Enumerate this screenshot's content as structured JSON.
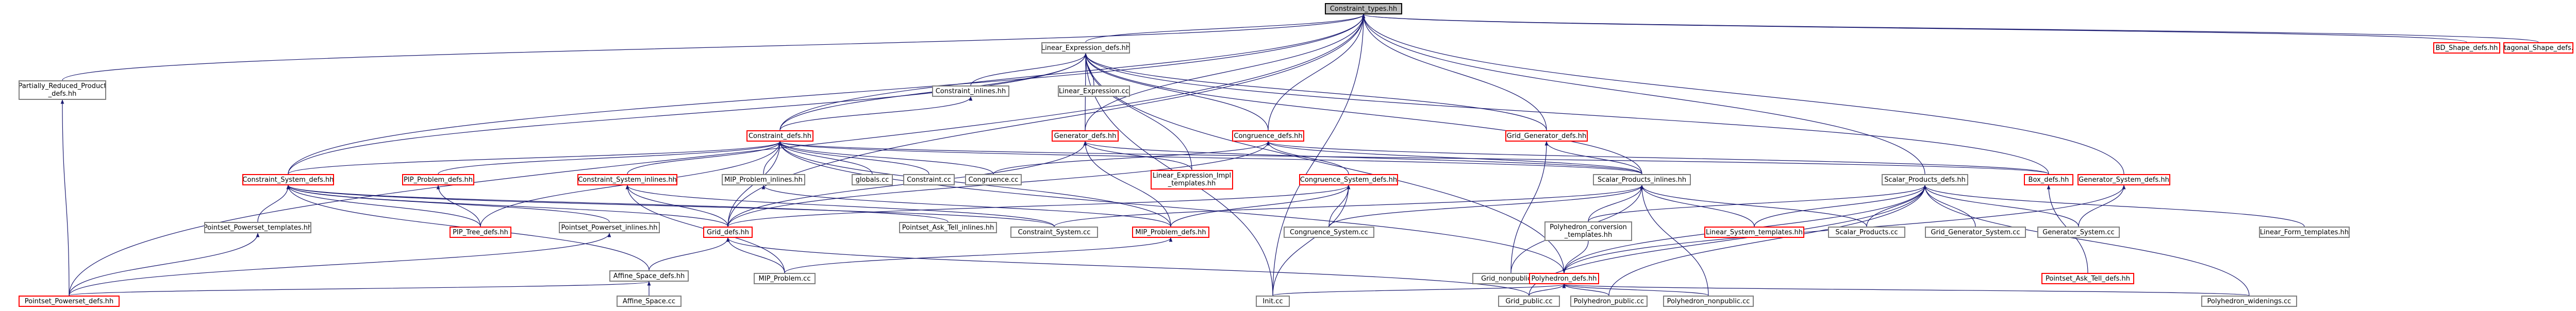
{
  "graph": {
    "edge_color": "#191970",
    "node_border_color": "#7f7f7f",
    "undocumented_border_color": "#ff0000",
    "root_fill_color": "#bfbfbf",
    "nodes": {
      "constraint_types": "Constraint_types.hh",
      "linear_expression_defs": "Linear_Expression_defs.hh",
      "bd_shape_defs": "BD_Shape_defs.hh",
      "octagonal_shape_defs": "Octagonal_Shape_defs.hh",
      "partially_reduced": "Partially_Reduced_Product\n_defs.hh",
      "constraint_inlines": "Constraint_inlines.hh",
      "linear_expression_cc": "Linear_Expression.cc",
      "constraint_defs": "Constraint_defs.hh",
      "generator_defs": "Generator_defs.hh",
      "congruence_defs": "Congruence_defs.hh",
      "grid_generator_defs": "Grid_Generator_defs.hh",
      "constraint_system_defs": "Constraint_System_defs.hh",
      "pip_problem_defs": "PIP_Problem_defs.hh",
      "constraint_system_inlines": "Constraint_System_inlines.hh",
      "mip_problem_inlines": "MIP_Problem_inlines.hh",
      "globals_cc": "globals.cc",
      "constraint_cc": "Constraint.cc",
      "congruence_cc": "Congruence.cc",
      "linear_expression_impl": "Linear_Expression_Impl\n_templates.hh",
      "congruence_system_defs": "Congruence_System_defs.hh",
      "scalar_products_inlines": "Scalar_Products_inlines.hh",
      "scalar_products_defs": "Scalar_Products_defs.hh",
      "box_defs": "Box_defs.hh",
      "generator_system_defs": "Generator_System_defs.hh",
      "pointset_powerset_templates": "Pointset_Powerset_templates.hh",
      "pip_tree_defs": "PIP_Tree_defs.hh",
      "pointset_powerset_inlines": "Pointset_Powerset_inlines.hh",
      "grid_defs": "Grid_defs.hh",
      "pointset_ask_tell_inlines": "Pointset_Ask_Tell_inlines.hh",
      "constraint_system_cc": "Constraint_System.cc",
      "mip_problem_defs": "MIP_Problem_defs.hh",
      "congruence_system_cc": "Congruence_System.cc",
      "polyhedron_conversion": "Polyhedron_conversion\n_templates.hh",
      "linear_system_templates": "Linear_System_templates.hh",
      "scalar_products_cc": "Scalar_Products.cc",
      "grid_generator_system_cc": "Grid_Generator_System.cc",
      "generator_system_cc": "Generator_System.cc",
      "linear_form_templates": "Linear_Form_templates.hh",
      "affine_space_defs": "Affine_Space_defs.hh",
      "mip_problem_cc": "MIP_Problem.cc",
      "grid_nonpublic_cc": "Grid_nonpublic.cc",
      "polyhedron_defs": "Polyhedron_defs.hh",
      "pointset_ask_tell_defs": "Pointset_Ask_Tell_defs.hh",
      "pointset_powerset_defs": "Pointset_Powerset_defs.hh",
      "affine_space_cc": "Affine_Space.cc",
      "init_cc": "Init.cc",
      "grid_public_cc": "Grid_public.cc",
      "polyhedron_public_cc": "Polyhedron_public.cc",
      "polyhedron_nonpublic_cc": "Polyhedron_nonpublic.cc",
      "polyhedron_widenings_cc": "Polyhedron_widenings.cc"
    },
    "edges": [
      [
        "linear_expression_defs",
        "constraint_types"
      ],
      [
        "bd_shape_defs",
        "constraint_types"
      ],
      [
        "octagonal_shape_defs",
        "constraint_types"
      ],
      [
        "partially_reduced",
        "constraint_types"
      ],
      [
        "constraint_defs",
        "constraint_types"
      ],
      [
        "generator_defs",
        "constraint_types"
      ],
      [
        "congruence_defs",
        "constraint_types"
      ],
      [
        "grid_generator_defs",
        "constraint_types"
      ],
      [
        "constraint_system_defs",
        "constraint_types"
      ],
      [
        "scalar_products_defs",
        "constraint_types"
      ],
      [
        "generator_system_defs",
        "constraint_types"
      ],
      [
        "pointset_powerset_defs",
        "constraint_types"
      ],
      [
        "init_cc",
        "constraint_types"
      ],
      [
        "grid_defs",
        "constraint_types"
      ],
      [
        "constraint_inlines",
        "linear_expression_defs"
      ],
      [
        "linear_expression_cc",
        "linear_expression_defs"
      ],
      [
        "constraint_defs",
        "linear_expression_defs"
      ],
      [
        "generator_defs",
        "linear_expression_defs"
      ],
      [
        "congruence_defs",
        "linear_expression_defs"
      ],
      [
        "grid_generator_defs",
        "linear_expression_defs"
      ],
      [
        "linear_expression_impl",
        "linear_expression_defs"
      ],
      [
        "scalar_products_inlines",
        "linear_expression_defs"
      ],
      [
        "box_defs",
        "linear_expression_defs"
      ],
      [
        "constraint_system_defs",
        "linear_expression_defs"
      ],
      [
        "polyhedron_defs",
        "linear_expression_defs"
      ],
      [
        "pointset_powerset_defs",
        "partially_reduced"
      ],
      [
        "constraint_defs",
        "constraint_inlines"
      ],
      [
        "constraint_system_defs",
        "constraint_defs"
      ],
      [
        "pip_problem_defs",
        "constraint_defs"
      ],
      [
        "constraint_system_inlines",
        "constraint_defs"
      ],
      [
        "mip_problem_inlines",
        "constraint_defs"
      ],
      [
        "globals_cc",
        "constraint_defs"
      ],
      [
        "constraint_cc",
        "constraint_defs"
      ],
      [
        "congruence_cc",
        "constraint_defs"
      ],
      [
        "scalar_products_inlines",
        "constraint_defs"
      ],
      [
        "box_defs",
        "constraint_defs"
      ],
      [
        "pip_tree_defs",
        "constraint_defs"
      ],
      [
        "grid_defs",
        "constraint_defs"
      ],
      [
        "mip_problem_defs",
        "constraint_defs"
      ],
      [
        "polyhedron_defs",
        "constraint_defs"
      ],
      [
        "linear_expression_impl",
        "generator_defs"
      ],
      [
        "scalar_products_inlines",
        "generator_defs"
      ],
      [
        "mip_problem_defs",
        "generator_defs"
      ],
      [
        "grid_defs",
        "generator_defs"
      ],
      [
        "congruence_system_defs",
        "congruence_defs"
      ],
      [
        "congruence_cc",
        "congruence_defs"
      ],
      [
        "scalar_products_inlines",
        "congruence_defs"
      ],
      [
        "box_defs",
        "congruence_defs"
      ],
      [
        "grid_defs",
        "congruence_defs"
      ],
      [
        "scalar_products_inlines",
        "grid_generator_defs"
      ],
      [
        "grid_nonpublic_cc",
        "grid_generator_defs"
      ],
      [
        "pointset_powerset_templates",
        "constraint_system_defs"
      ],
      [
        "pip_tree_defs",
        "constraint_system_defs"
      ],
      [
        "pointset_powerset_inlines",
        "constraint_system_defs"
      ],
      [
        "grid_defs",
        "constraint_system_defs"
      ],
      [
        "pointset_ask_tell_inlines",
        "constraint_system_defs"
      ],
      [
        "constraint_system_cc",
        "constraint_system_defs"
      ],
      [
        "affine_space_defs",
        "constraint_system_defs"
      ],
      [
        "pip_tree_defs",
        "pip_problem_defs"
      ],
      [
        "constraint_system_cc",
        "constraint_system_inlines"
      ],
      [
        "mip_problem_cc",
        "constraint_system_inlines"
      ],
      [
        "grid_defs",
        "constraint_system_inlines"
      ],
      [
        "mip_problem_defs",
        "mip_problem_inlines"
      ],
      [
        "mip_problem_defs",
        "congruence_system_defs"
      ],
      [
        "congruence_system_cc",
        "congruence_system_defs"
      ],
      [
        "grid_defs",
        "congruence_system_defs"
      ],
      [
        "init_cc",
        "congruence_system_defs"
      ],
      [
        "polyhedron_conversion",
        "scalar_products_inlines"
      ],
      [
        "linear_system_templates",
        "scalar_products_inlines"
      ],
      [
        "scalar_products_cc",
        "scalar_products_inlines"
      ],
      [
        "congruence_system_cc",
        "scalar_products_inlines"
      ],
      [
        "constraint_system_cc",
        "scalar_products_inlines"
      ],
      [
        "grid_nonpublic_cc",
        "scalar_products_inlines"
      ],
      [
        "linear_system_templates",
        "scalar_products_defs"
      ],
      [
        "scalar_products_cc",
        "scalar_products_defs"
      ],
      [
        "grid_generator_system_cc",
        "scalar_products_defs"
      ],
      [
        "generator_system_cc",
        "scalar_products_defs"
      ],
      [
        "linear_form_templates",
        "scalar_products_defs"
      ],
      [
        "polyhedron_conversion",
        "scalar_products_defs"
      ],
      [
        "polyhedron_defs",
        "scalar_products_defs"
      ],
      [
        "pointset_ask_tell_defs",
        "box_defs"
      ],
      [
        "polyhedron_defs",
        "generator_system_defs"
      ],
      [
        "generator_system_cc",
        "generator_system_defs"
      ],
      [
        "pointset_powerset_defs",
        "pointset_powerset_templates"
      ],
      [
        "pointset_powerset_defs",
        "pointset_powerset_inlines"
      ],
      [
        "affine_space_defs",
        "grid_defs"
      ],
      [
        "mip_problem_cc",
        "grid_defs"
      ],
      [
        "grid_public_cc",
        "grid_defs"
      ],
      [
        "mip_problem_cc",
        "mip_problem_defs"
      ],
      [
        "affine_space_cc",
        "affine_space_defs"
      ],
      [
        "pointset_powerset_defs",
        "affine_space_defs"
      ],
      [
        "polyhedron_public_cc",
        "polyhedron_defs"
      ],
      [
        "polyhedron_nonpublic_cc",
        "polyhedron_defs"
      ],
      [
        "polyhedron_widenings_cc",
        "polyhedron_defs"
      ],
      [
        "grid_public_cc",
        "polyhedron_defs"
      ],
      [
        "init_cc",
        "polyhedron_defs"
      ],
      [
        "polyhedron_conversion",
        "polyhedron_defs"
      ],
      [
        "polyhedron_widenings_cc",
        "scalar_products_defs"
      ],
      [
        "polyhedron_public_cc",
        "scalar_products_defs"
      ],
      [
        "polyhedron_nonpublic_cc",
        "scalar_products_inlines"
      ],
      [
        "grid_public_cc",
        "scalar_products_defs"
      ],
      [
        "init_cc",
        "linear_expression_defs"
      ]
    ]
  }
}
